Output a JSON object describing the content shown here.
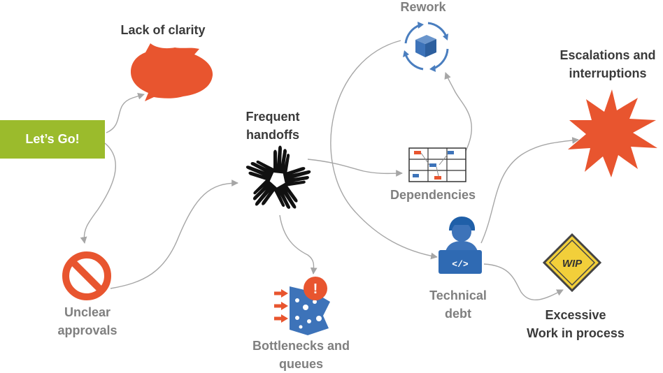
{
  "start": {
    "label": "Let’s Go!"
  },
  "nodes": {
    "lack_of_clarity": {
      "label": "Lack of clarity"
    },
    "unclear_approvals": {
      "line1": "Unclear",
      "line2": "approvals"
    },
    "frequent_handoffs": {
      "line1": "Frequent",
      "line2": "handoffs"
    },
    "bottlenecks": {
      "line1": "Bottlenecks and",
      "line2": "queues"
    },
    "rework": {
      "label": "Rework"
    },
    "dependencies": {
      "label": "Dependencies"
    },
    "technical_debt": {
      "line1": "Technical",
      "line2": "debt"
    },
    "escalations": {
      "line1": "Escalations and",
      "line2": "interruptions"
    },
    "excessive_wip": {
      "line1": "Excessive",
      "line2": "Work in process"
    },
    "wip_sign": {
      "label": "WIP"
    }
  },
  "colors": {
    "start_box": "#9bbb2c",
    "accent_orange": "#e8552f",
    "icon_blue": "#3d73b9",
    "connector_gray": "#a6a6a6",
    "label_gray": "#7f7f7f",
    "sign_yellow": "#f2cf3a"
  },
  "icons": [
    "speech-bubble-icon",
    "no-entry-icon",
    "hands-icon",
    "bottleneck-icon",
    "rework-cycle-icon",
    "dependency-grid-icon",
    "developer-icon",
    "starburst-icon",
    "wip-sign-icon"
  ]
}
